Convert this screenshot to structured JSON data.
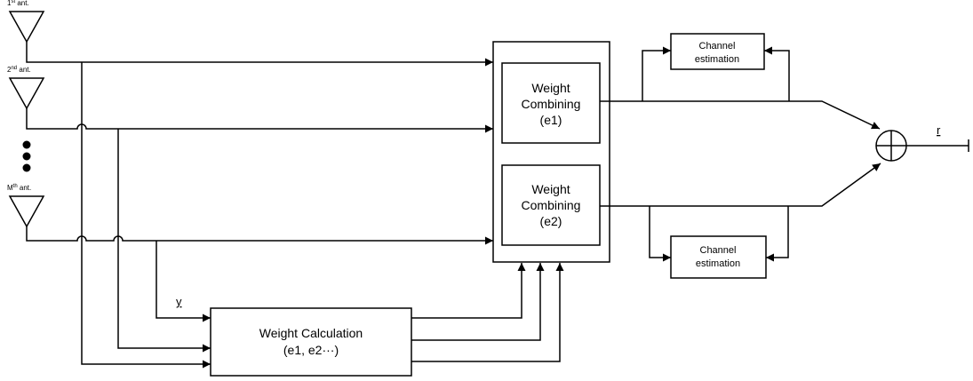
{
  "antennas": [
    {
      "num": "1",
      "sup": "st",
      "suffix": " ant."
    },
    {
      "num": "2",
      "sup": "nd",
      "suffix": " ant."
    },
    {
      "num": "M",
      "sup": "th",
      "suffix": " ant."
    }
  ],
  "combiner": {
    "block1": {
      "line1": "Weight",
      "line2": "Combining",
      "line3": "(e1)"
    },
    "block2": {
      "line1": "Weight",
      "line2": "Combining",
      "line3": "(e2)"
    }
  },
  "channel_estimation": {
    "top": {
      "line1": "Channel",
      "line2": "estimation"
    },
    "bottom": {
      "line1": "Channel",
      "line2": "estimation"
    }
  },
  "weight_calc": {
    "line1": "Weight Calculation",
    "line2": "(e1, e2···)"
  },
  "signal_y": "y",
  "output_r": "r"
}
